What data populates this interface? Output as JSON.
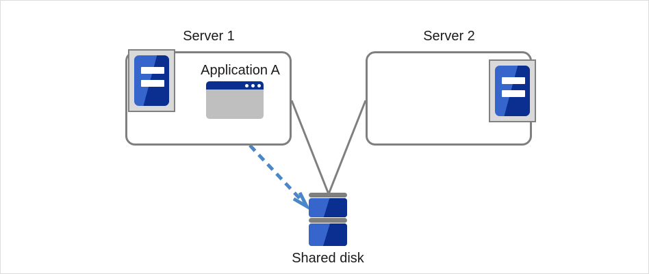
{
  "diagram": {
    "type": "cluster-failover-architecture",
    "background_color": "#ffffff",
    "border_color": "#dcdcdc",
    "nodes": {
      "server1": {
        "label": "Server 1",
        "icon": "server-icon",
        "contains_application": true
      },
      "server2": {
        "label": "Server 2",
        "icon": "server-icon",
        "contains_application": false
      },
      "application": {
        "label": "Application A",
        "icon": "application-window-icon"
      },
      "shared_disk": {
        "label": "Shared disk",
        "icon": "disk-stack-icon"
      }
    },
    "connectors": {
      "server1_to_disk": {
        "style": "solid",
        "color": "#7f7f7f"
      },
      "server2_to_disk": {
        "style": "solid",
        "color": "#7f7f7f"
      },
      "application_to_disk": {
        "style": "dashed",
        "color": "#4a86c8",
        "arrow": "open-arrowhead"
      }
    },
    "colors": {
      "accent_blue": "#3665cc",
      "dark_blue": "#0b2f91",
      "gray_outline": "#7f7f7f",
      "light_gray": "#d9d9d9",
      "window_body": "#bfbfbf",
      "dashed_arrow": "#4a86c8"
    }
  }
}
